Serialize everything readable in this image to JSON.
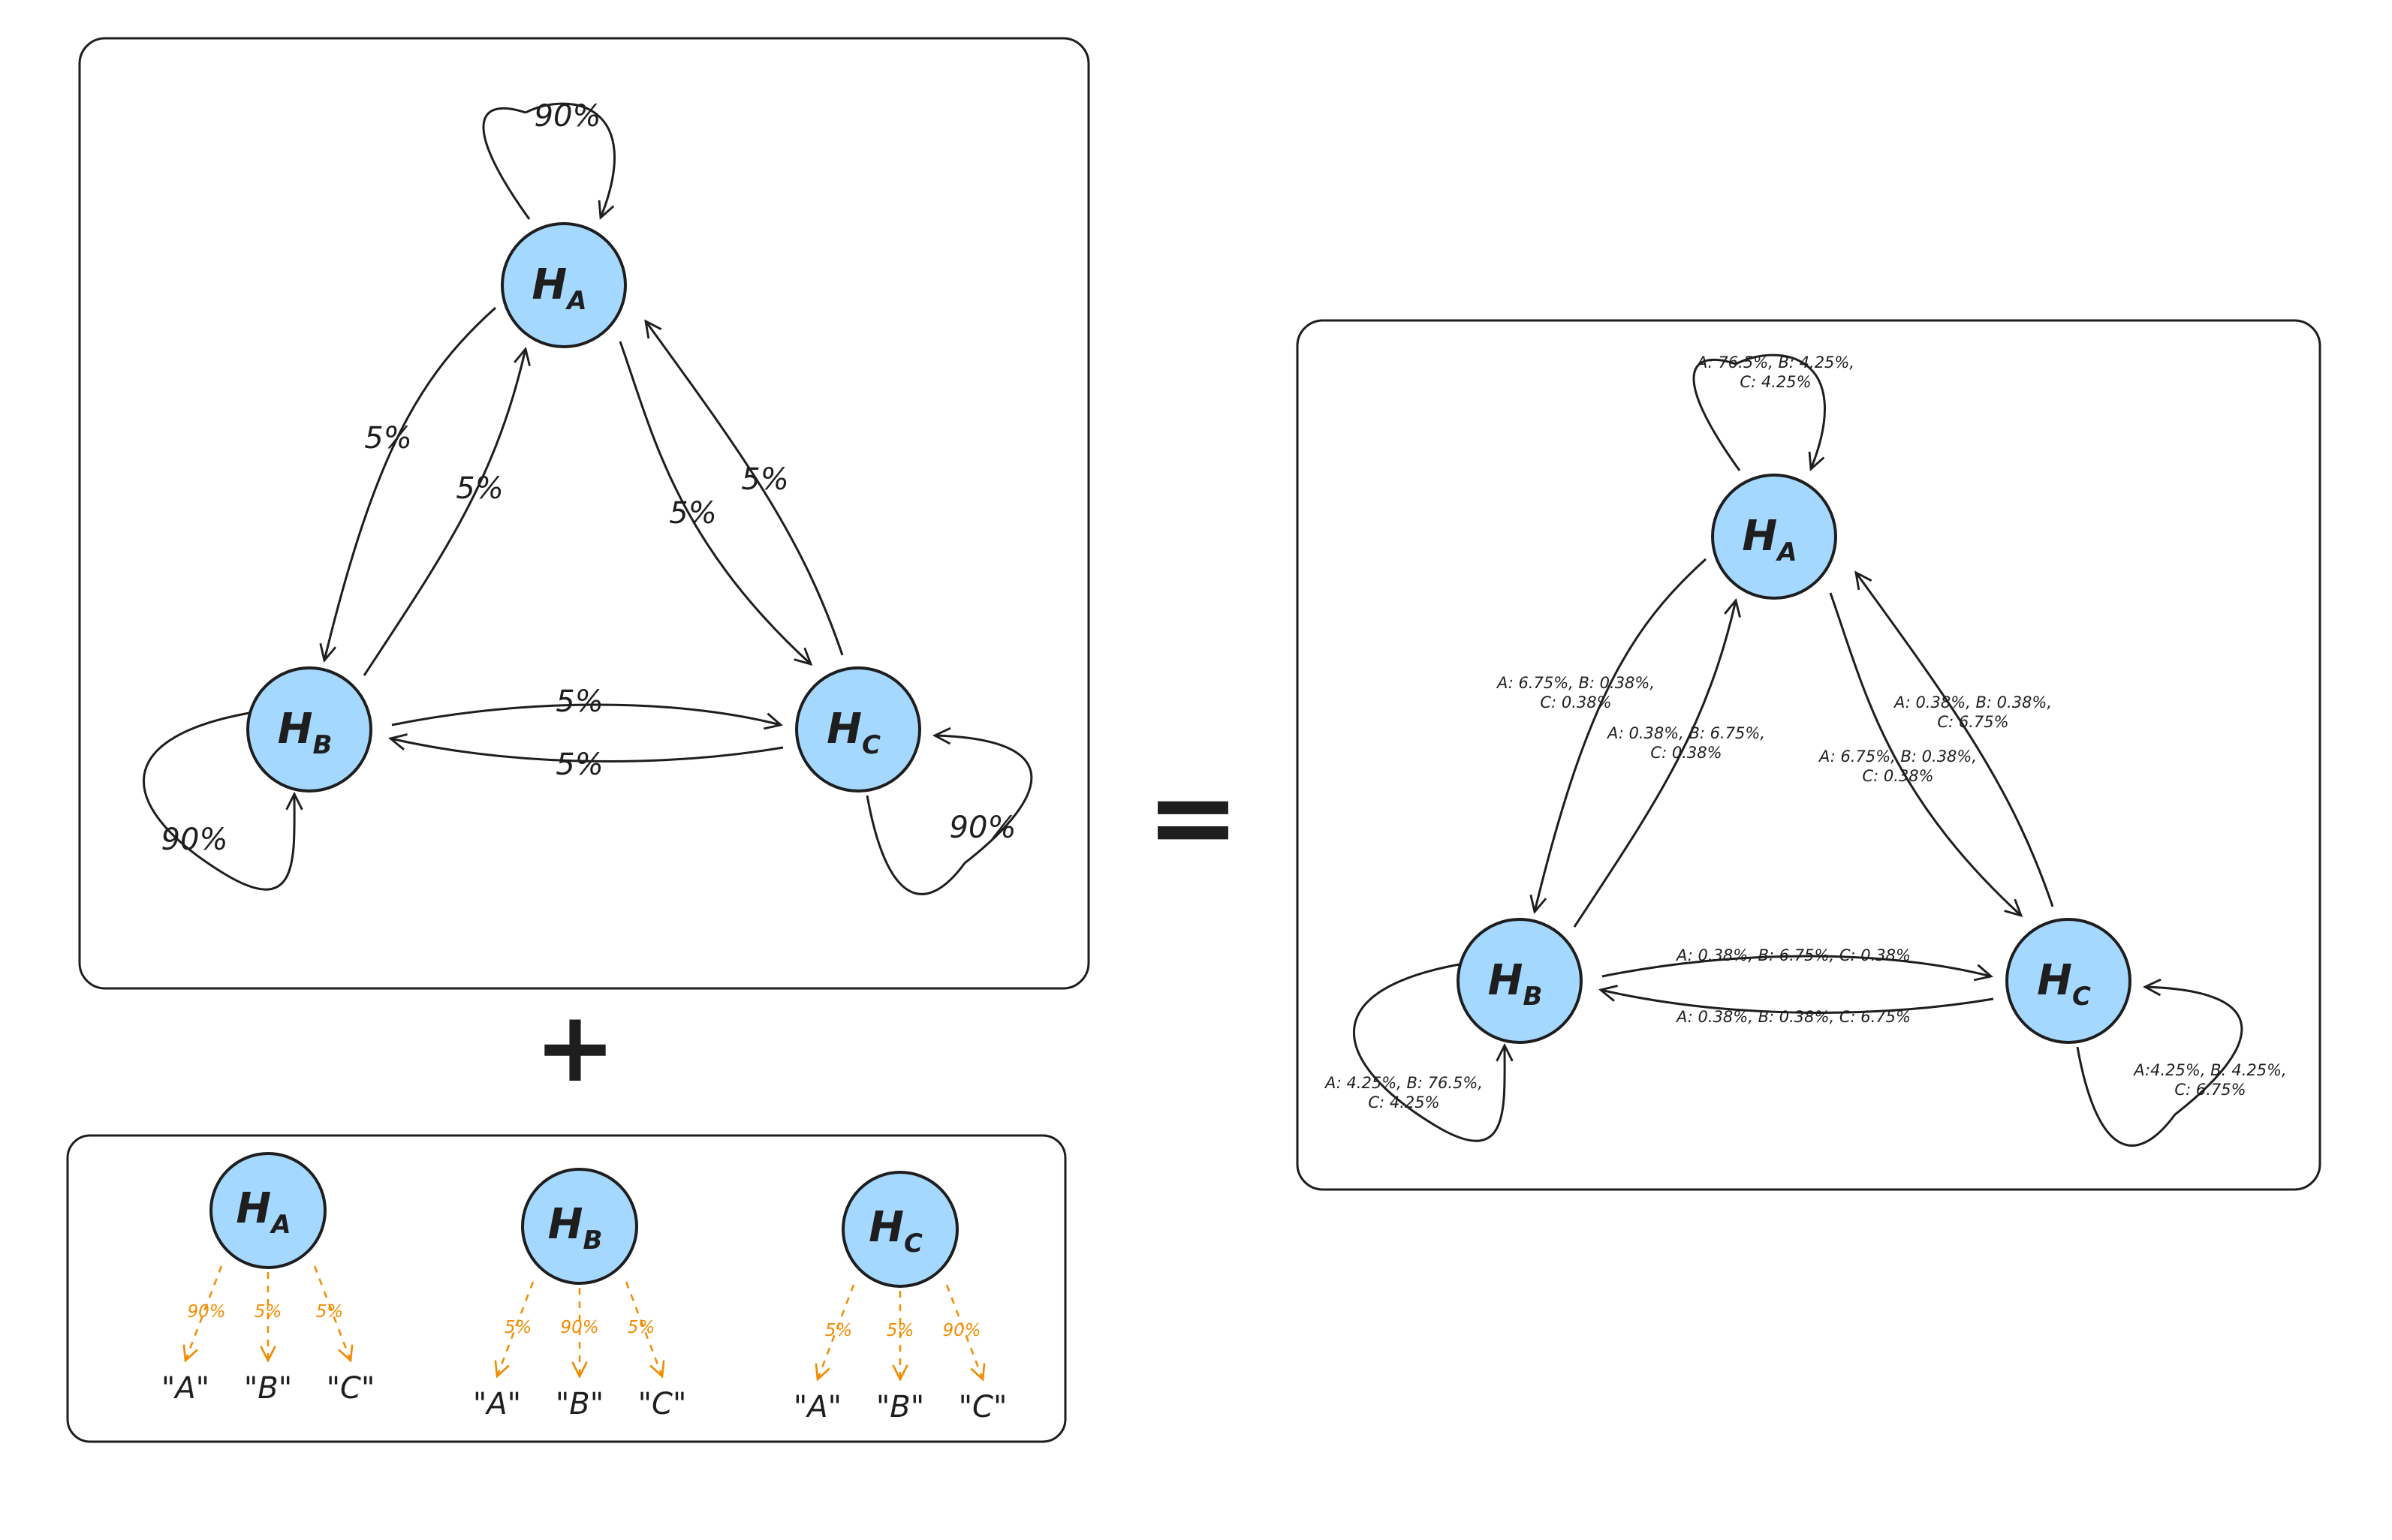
{
  "nodes": {
    "a": "H",
    "a_sub": "A",
    "b": "H",
    "b_sub": "B",
    "c": "H",
    "c_sub": "C"
  },
  "colors": {
    "node_fill": "#a5d8ff",
    "stroke": "#1e1e1e",
    "emission": "#f08c00"
  },
  "transition_diagram": {
    "a_self": "90%",
    "a_to_b": "5%",
    "b_to_a": "5%",
    "a_to_c": "5%",
    "c_to_a": "5%",
    "b_to_c": "5%",
    "c_to_b": "5%",
    "b_self": "90%",
    "c_self": "90%"
  },
  "operators": {
    "plus": "+",
    "equals": "="
  },
  "emission_diagram": [
    {
      "state": "A",
      "probs": [
        "90%",
        "5%",
        "5%"
      ],
      "outputs": [
        "\"A\"",
        "\"B\"",
        "\"C\""
      ]
    },
    {
      "state": "B",
      "probs": [
        "5%",
        "90%",
        "5%"
      ],
      "outputs": [
        "\"A\"",
        "\"B\"",
        "\"C\""
      ]
    },
    {
      "state": "C",
      "probs": [
        "5%",
        "5%",
        "90%"
      ],
      "outputs": [
        "\"A\"",
        "\"B\"",
        "\"C\""
      ]
    }
  ],
  "combined_diagram": {
    "a_self": [
      "A: 76.5%, B: 4.25%,",
      "C: 4.25%"
    ],
    "a_to_b": [
      "A: 6.75%, B: 0.38%,",
      "C: 0.38%"
    ],
    "b_to_a": [
      "A: 0.38%, B: 6.75%,",
      "C: 0.38%"
    ],
    "c_to_a": [
      "A: 0.38%, B: 0.38%,",
      "C: 6.75%"
    ],
    "a_to_c": [
      "A: 6.75%, B: 0.38%,",
      "C: 0.38%"
    ],
    "b_to_c": "A: 0.38%, B: 6.75%, C: 0.38%",
    "c_to_b": "A: 0.38%, B: 0.38%, C: 6.75%",
    "b_self": [
      "A: 4.25%, B: 76.5%,",
      "C: 4.25%"
    ],
    "c_self": [
      "A:4.25%, B: 4.25%,",
      "C: 6.75%"
    ]
  }
}
